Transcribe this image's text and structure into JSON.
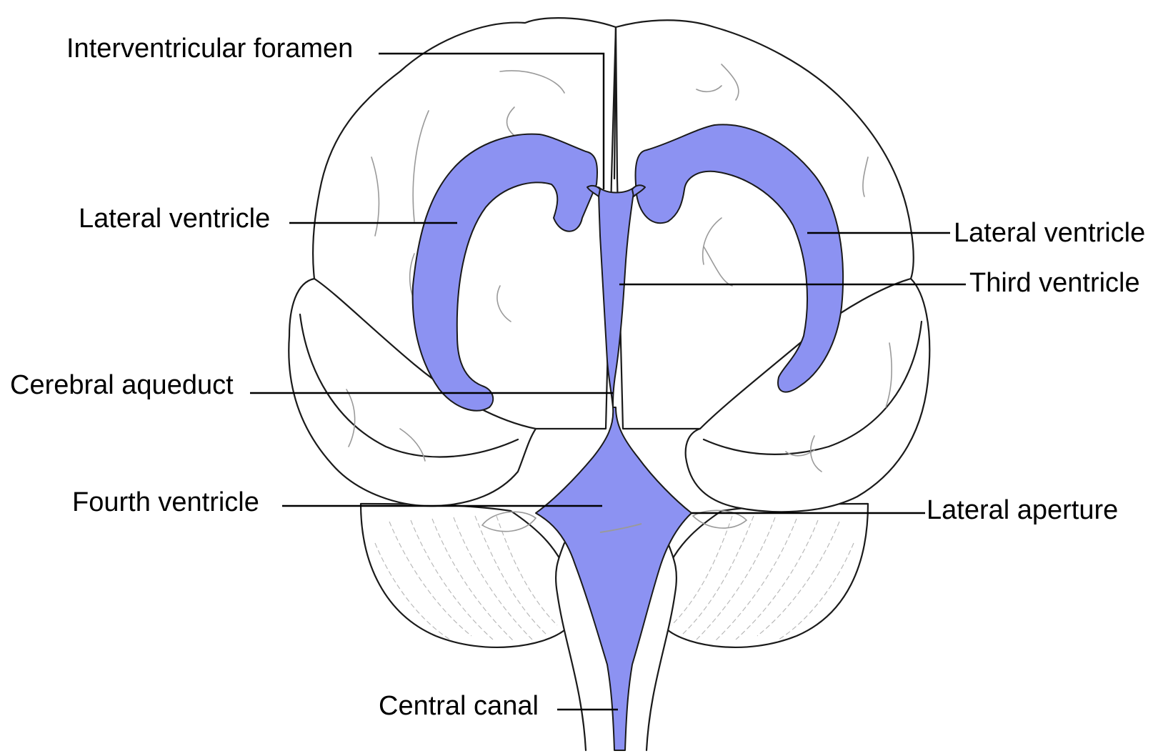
{
  "colors": {
    "ventricle_fill": "#8c92f2",
    "outline": "#1a1a1a",
    "background": "#ffffff"
  },
  "labels": {
    "interventricular_foramen": "Interventricular foramen",
    "lateral_ventricle_left": "Lateral ventricle",
    "lateral_ventricle_right": "Lateral ventricle",
    "third_ventricle": "Third ventricle",
    "cerebral_aqueduct": "Cerebral aqueduct",
    "fourth_ventricle": "Fourth ventricle",
    "lateral_aperture": "Lateral aperture",
    "central_canal": "Central canal"
  }
}
